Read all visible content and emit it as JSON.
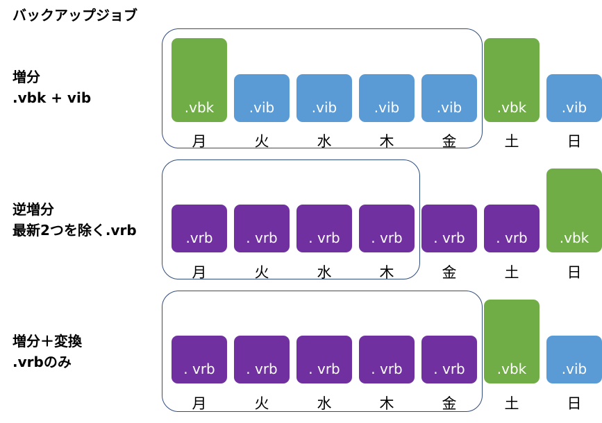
{
  "title": "バックアップジョブ",
  "colors": {
    "vbk": "#70ad47",
    "vib": "#5b9bd5",
    "vrb": "#7030a0",
    "group_border": "#2f4b7c"
  },
  "days": [
    "月",
    "火",
    "水",
    "木",
    "金",
    "土",
    "日"
  ],
  "rows": [
    {
      "label_lines": [
        "増分",
        ".vbk + vib"
      ],
      "blocks": [
        {
          "text": ".vbk",
          "type": "vbk",
          "size": "full"
        },
        {
          "text": ".vib",
          "type": "vib",
          "size": "small"
        },
        {
          "text": ".vib",
          "type": "vib",
          "size": "small"
        },
        {
          "text": ".vib",
          "type": "vib",
          "size": "small"
        },
        {
          "text": ".vib",
          "type": "vib",
          "size": "small"
        },
        {
          "text": ".vbk",
          "type": "vbk",
          "size": "full"
        },
        {
          "text": ".vib",
          "type": "vib",
          "size": "small"
        }
      ],
      "group_span": [
        0,
        4
      ]
    },
    {
      "label_lines": [
        "逆増分",
        "最新2つを除く.vrb"
      ],
      "blocks": [
        {
          "text": ".vrb",
          "type": "vrb",
          "size": "small"
        },
        {
          "text": ". vrb",
          "type": "vrb",
          "size": "small"
        },
        {
          "text": ". vrb",
          "type": "vrb",
          "size": "small"
        },
        {
          "text": ". vrb",
          "type": "vrb",
          "size": "small"
        },
        {
          "text": ". vrb",
          "type": "vrb",
          "size": "small"
        },
        {
          "text": ". vrb",
          "type": "vrb",
          "size": "small"
        },
        {
          "text": ".vbk",
          "type": "vbk",
          "size": "full"
        }
      ],
      "group_span": [
        0,
        3
      ]
    },
    {
      "label_lines": [
        "増分＋変換",
        ".vrbのみ"
      ],
      "blocks": [
        {
          "text": ". vrb",
          "type": "vrb",
          "size": "small"
        },
        {
          "text": ". vrb",
          "type": "vrb",
          "size": "small"
        },
        {
          "text": ". vrb",
          "type": "vrb",
          "size": "small"
        },
        {
          "text": ". vrb",
          "type": "vrb",
          "size": "small"
        },
        {
          "text": ". vrb",
          "type": "vrb",
          "size": "small"
        },
        {
          "text": ".vbk",
          "type": "vbk",
          "size": "full"
        },
        {
          "text": ".vib",
          "type": "vib",
          "size": "small"
        }
      ],
      "group_span": [
        0,
        4
      ]
    }
  ]
}
